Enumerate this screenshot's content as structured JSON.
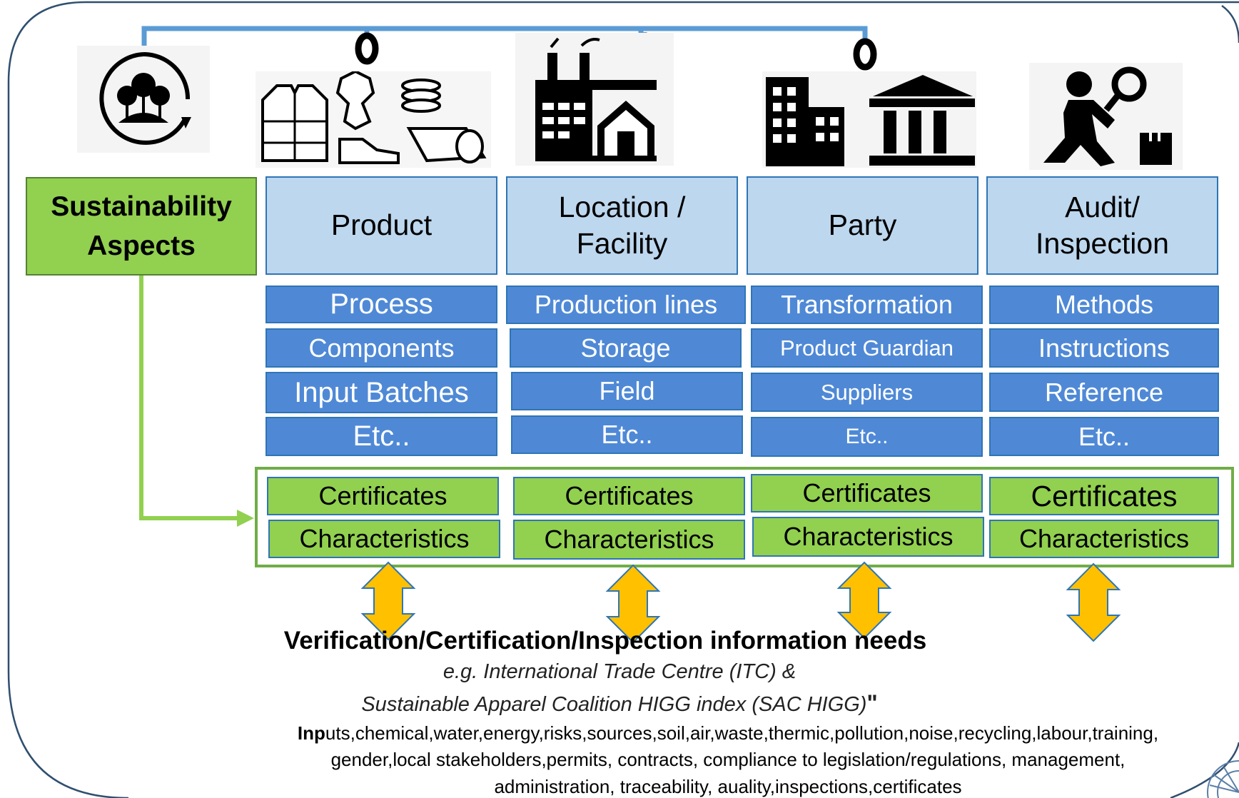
{
  "colors": {
    "frame": "#2f4f6f",
    "connector": "#5b9bd5",
    "header_fill": "#bdd7ee",
    "header_border": "#2e75b6",
    "bar_fill": "#4f89d6",
    "green_fill": "#92d050",
    "green_border": "#70ad47",
    "arrow_fill": "#ffc000",
    "arrow_stroke": "#2e75b6"
  },
  "icons": {
    "sustainability": "earth-trees-cycle-icon",
    "product": "apparel-products-icon",
    "facility": "factory-house-icon",
    "party": "office-building-bank-icon",
    "audit": "inspector-magnifier-icon",
    "ring": "ring-connector-icon"
  },
  "aspects": {
    "line1": "Sustainability",
    "line2": "Aspects"
  },
  "columns": [
    {
      "header": [
        "Product"
      ],
      "items": [
        "Process",
        "Components",
        "Input Batches",
        "Etc.."
      ],
      "green": [
        "Certificates",
        "Characteristics"
      ]
    },
    {
      "header": [
        "Location /",
        "Facility"
      ],
      "items": [
        "Production lines",
        "Storage",
        "Field",
        "Etc.."
      ],
      "green": [
        "Certificates",
        "Characteristics"
      ]
    },
    {
      "header": [
        "Party"
      ],
      "items": [
        "Transformation",
        "Product Guardian",
        "Suppliers",
        "Etc.."
      ],
      "green": [
        "Certificates",
        "Characteristics"
      ]
    },
    {
      "header": [
        "Audit/",
        "Inspection"
      ],
      "items": [
        "Methods",
        "Instructions",
        "Reference",
        "Etc.."
      ],
      "green": [
        "Certificates",
        "Characteristics"
      ]
    }
  ],
  "verification": {
    "title": "Verification/Certification/Inspection information needs",
    "example_line1": "e.g. International Trade Centre (ITC) &",
    "example_line2": "Sustainable Apparel Coalition HIGG index (SAC HIGG)",
    "quote_mark": "\"",
    "needs_bold": "Inp",
    "needs_line1_rest": "uts,chemical,water,energy,risks,sources,soil,air,waste,thermic,pollution,noise,recycling,labour,training,",
    "needs_line2": "gender,local stakeholders,permits, contracts, compliance to legislation/regulations, management,",
    "needs_line3": "administration, traceability, auality,inspections,certificates"
  }
}
